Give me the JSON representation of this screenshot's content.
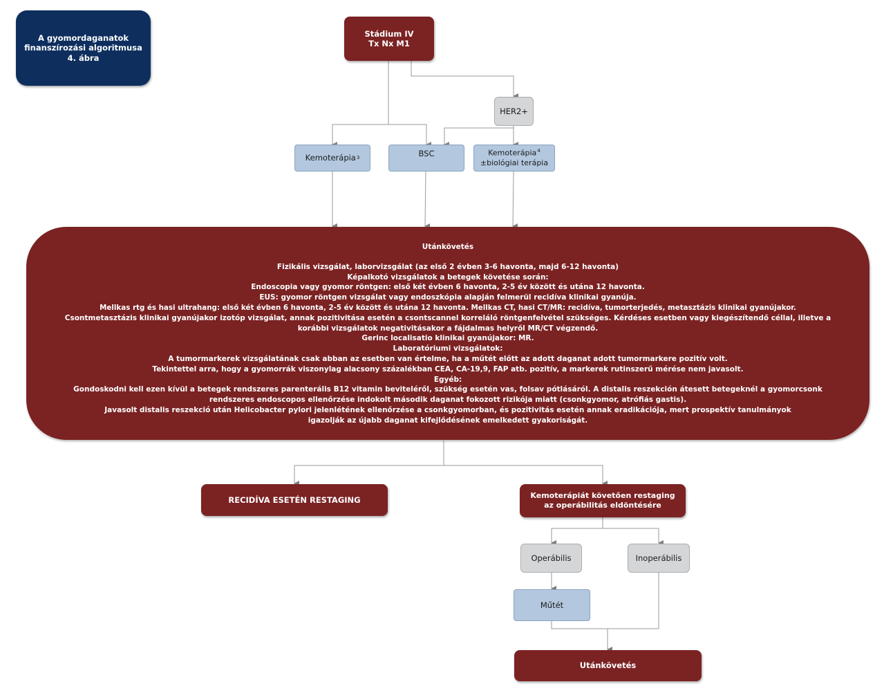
{
  "figure_title": "A gyomordaganatok finanszírozási algoritmusa 4. ábra",
  "stage": {
    "line1": "Stádium IV",
    "line2": "Tx Nx M1"
  },
  "her2": "HER2+",
  "chemo": {
    "label": "Kemoterápia",
    "sup": "3"
  },
  "bsc": "BSC",
  "chemo_bio": {
    "line1": "Kemoterápia",
    "line2": "±biológiai terápia",
    "sup": "4"
  },
  "followup": {
    "title": "Utánkövetés",
    "lines": [
      "Fizikális vizsgálat, laborvizsgálat (az első 2 évben 3-6 havonta, majd 6-12 havonta)",
      "Képalkotó vizsgálatok a betegek követése során:",
      "Endoscopia vagy gyomor röntgen: első két évben 6 havonta, 2-5 év között és utána 12 havonta.",
      "EUS: gyomor röntgen vizsgálat vagy endoszkópia alapján felmerül recidíva klinikai gyanúja.",
      "Mellkas rtg és  hasi ultrahang: első két évben 6 havonta, 2-5 év között és utána 12 havonta. Mellkas CT, hasi CT/MR: recidíva, tumorterjedés, metasztázis klinikai gyanújakor.",
      "Csontmetasztázis klinikai gyanújakor izotóp vizsgálat, annak pozitivitása esetén a csontscannel korreláló röntgenfelvétel szükséges.  Kérdéses esetben vagy kiegészítendő céllal, illetve a korábbi vizsgálatok negativitásakor a fájdalmas helyről MR/CT végzendő.",
      "Gerinc localisatio klinikai gyanújakor: MR.",
      "Laboratóriumi vizsgálatok:",
      "A tumormarkerek vizsgálatának csak abban az esetben van értelme, ha a műtét előtt az adott daganat adott tumormarkere pozitív volt.",
      "Tekintettel arra, hogy a  gyomorrák viszonylag alacsony százalékban CEA, CA-19,9, FAP atb. pozitív, a markerek  rutinszerű mérése nem javasolt.",
      "Egyéb:",
      "Gondoskodni kell ezen kívül a betegek rendszeres parenterális  B12 vitamin beviteléről, szükség esetén vas, folsav pótlásáról. A distalis reszekción átesett betegeknél a gyomorcsonk rendszeres endoscopos ellenőrzése indokolt második daganat fokozott rizikója miatt (csonkgyomor, atrófiás gastis).",
      "Javasolt distalis reszekció után Helicobacter pylori jelenlétének ellenőrzése a csonkgyomorban, és pozitivitás esetén annak eradikációja, mert prospektív tanulmányok igazolják az újabb daganat kifejlődésének emelkedett gyakoriságát."
    ]
  },
  "recidiva": "RECIDÍVA ESETÉN RESTAGING",
  "restaging": {
    "line1": "Kemoterápiát követően restaging",
    "line2": "az operábilitás eldöntésére"
  },
  "operabilis": "Operábilis",
  "inoperabilis": "Inoperábilis",
  "mutet": "Műtét",
  "followup2": "Utánkövetés",
  "colors": {
    "dark_red": "#7b2223",
    "navy": "#0e2f5e",
    "light_blue": "#b3c8df",
    "grey": "#d4d6d8",
    "connector": "#9a9a9a"
  }
}
